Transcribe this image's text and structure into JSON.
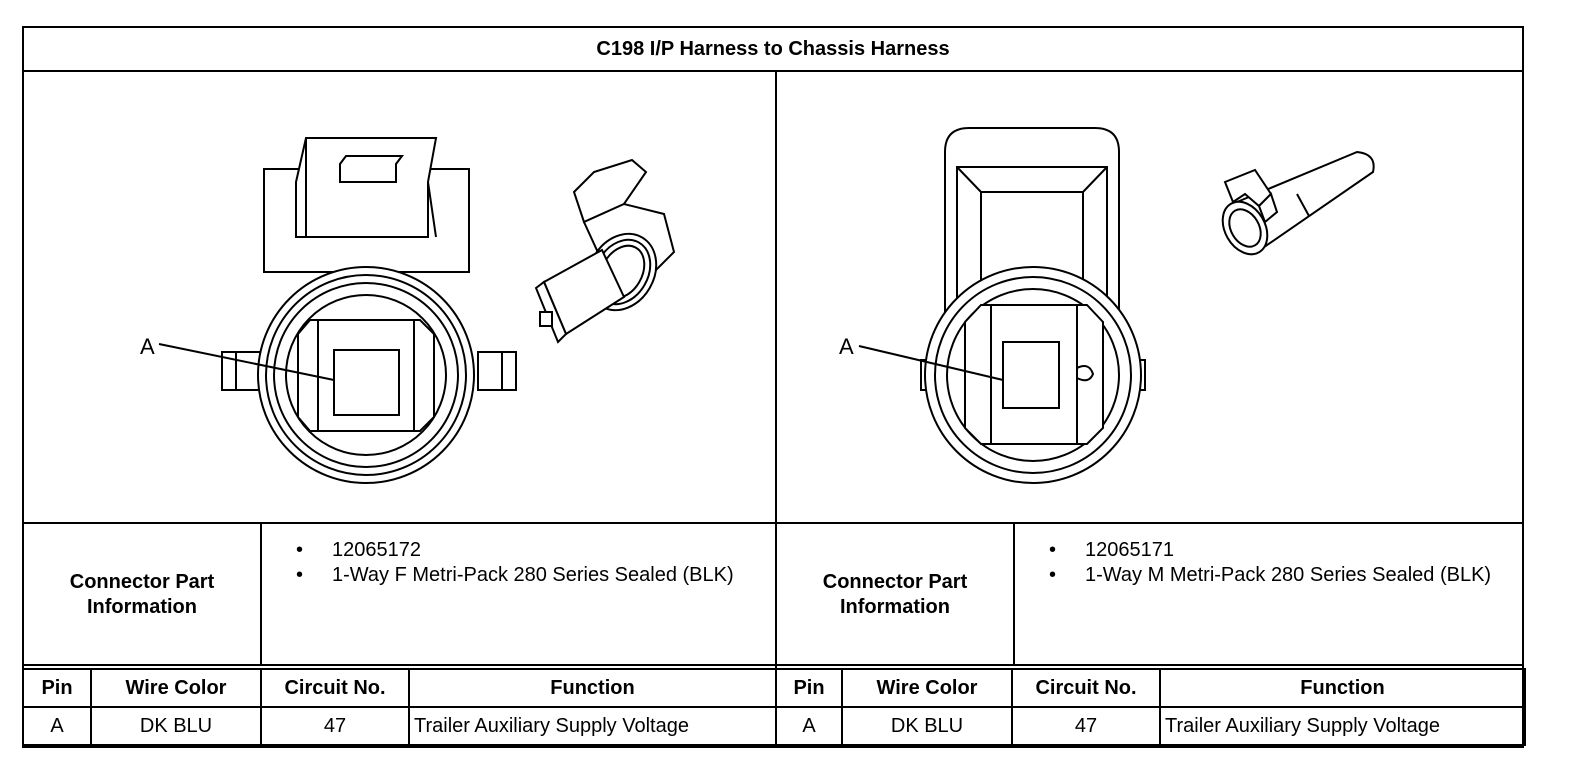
{
  "title": "C198 I/P Harness to Chassis Harness",
  "left": {
    "callout": "A",
    "info_label_line1": "Connector Part",
    "info_label_line2": "Information",
    "part_items": [
      "12065172",
      "1-Way F Metri-Pack 280 Series Sealed (BLK)"
    ],
    "headers": [
      "Pin",
      "Wire Color",
      "Circuit No.",
      "Function"
    ],
    "rows": [
      [
        "A",
        "DK BLU",
        "47",
        "Trailer Auxiliary Supply Voltage"
      ]
    ]
  },
  "right": {
    "callout": "A",
    "info_label_line1": "Connector Part",
    "info_label_line2": "Information",
    "part_items": [
      "12065171",
      "1-Way M Metri-Pack 280 Series Sealed (BLK)"
    ],
    "headers": [
      "Pin",
      "Wire Color",
      "Circuit No.",
      "Function"
    ],
    "rows": [
      [
        "A",
        "DK BLU",
        "47",
        "Trailer Auxiliary Supply Voltage"
      ]
    ]
  },
  "icons": {
    "left_face": "female-connector-face-icon",
    "left_iso": "female-connector-isometric-icon",
    "right_face": "male-connector-face-icon",
    "right_iso": "male-connector-isometric-icon"
  }
}
